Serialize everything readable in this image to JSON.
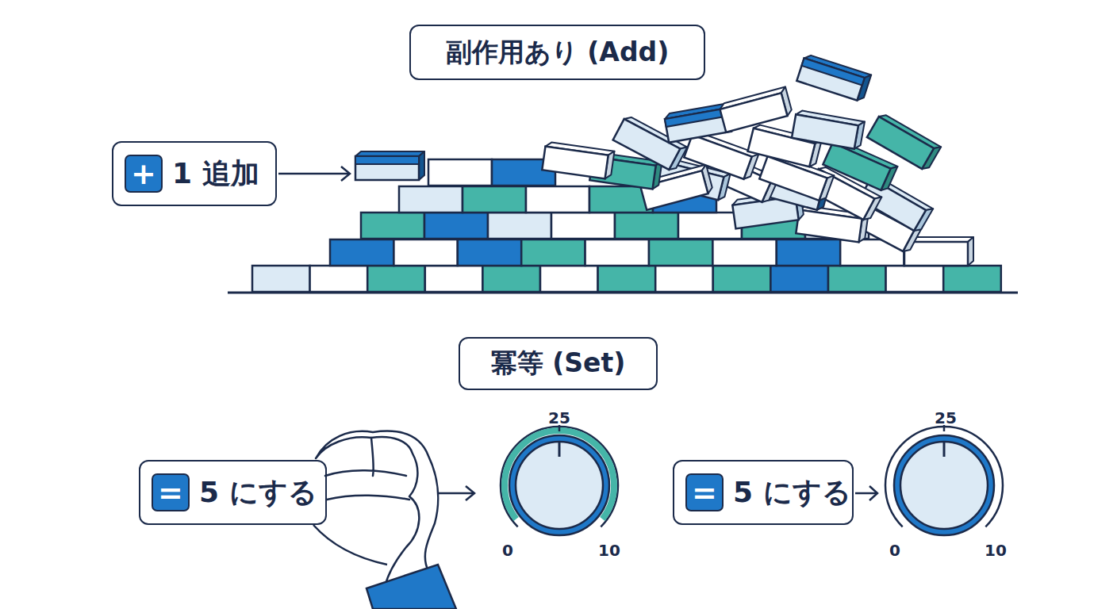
{
  "diagram": {
    "nodes": [
      {
        "text": [
          "副作用あり (Add)"
        ]
      },
      {
        "text": [
          "+",
          "1 追加"
        ]
      },
      {
        "text": [
          "冪等 (Set)"
        ]
      },
      {
        "text": [
          "=",
          "5 にする"
        ]
      },
      {
        "text": [
          "=",
          "5 にする"
        ]
      }
    ],
    "labels": [
      "25",
      "0",
      "10",
      "25",
      "0",
      "10"
    ]
  }
}
